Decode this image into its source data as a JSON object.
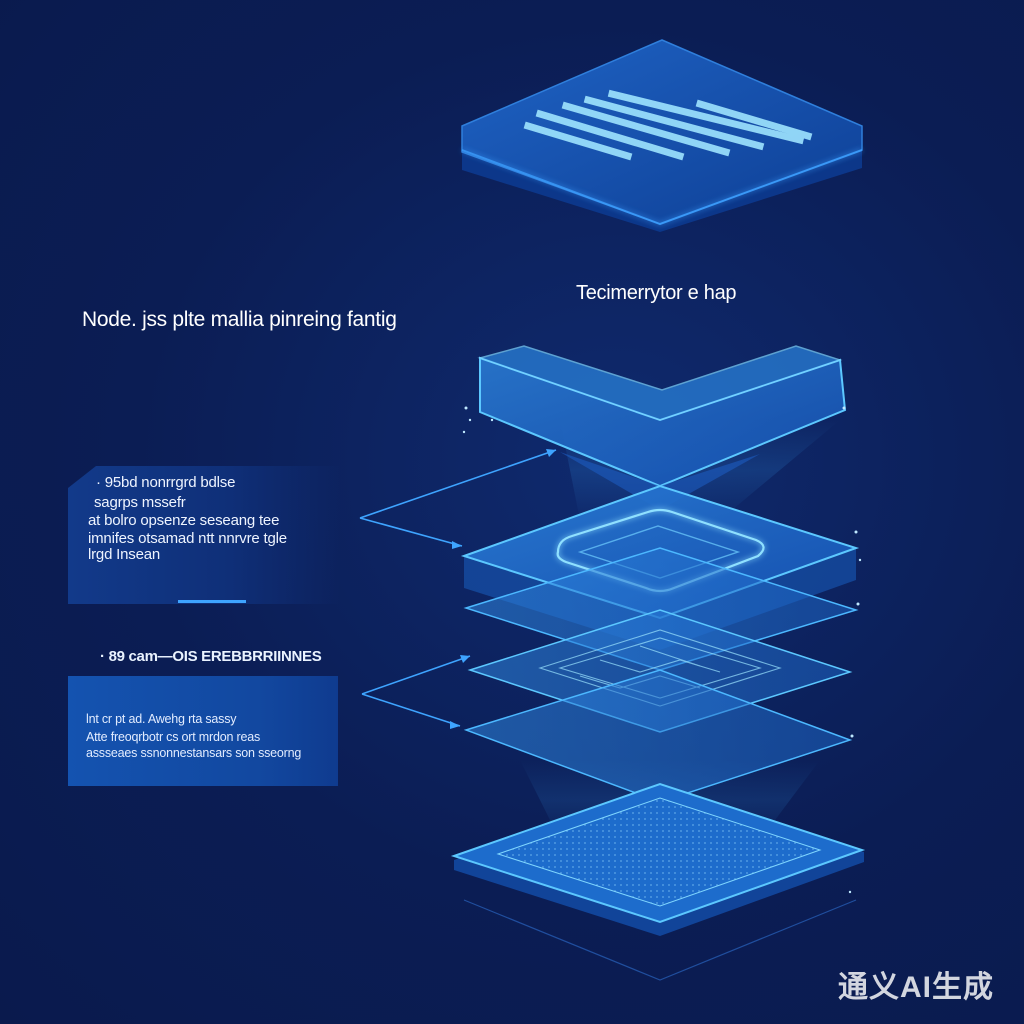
{
  "labels": {
    "heading_left": "Node. jss plte mallia pinreing fantig",
    "heading_right": "Tecimerrytor e hap"
  },
  "callout_top": {
    "lines": [
      "· 95bd nonrrgrd bdlse",
      "sagrps mssefr",
      "at bolro opsenze seseang tee",
      "imnifes otsamad ntt nnrvre tgle",
      "lrgd Insean"
    ]
  },
  "callout_bottom": {
    "title": "· 89 cam—OIS EREBBRRIINNES",
    "lines": [
      "lnt cr pt ad. Awehg rta sassy",
      "Atte freoqrbotr cs ort mrdon reas",
      "assseaes ssnonnestansars son sseorng"
    ]
  },
  "watermark": "通义AI生成",
  "colors": {
    "background": "#0b1d54",
    "layer_fill": "#1a5fbf",
    "layer_edge": "#57c4ff",
    "accent": "#3ea4ff"
  }
}
